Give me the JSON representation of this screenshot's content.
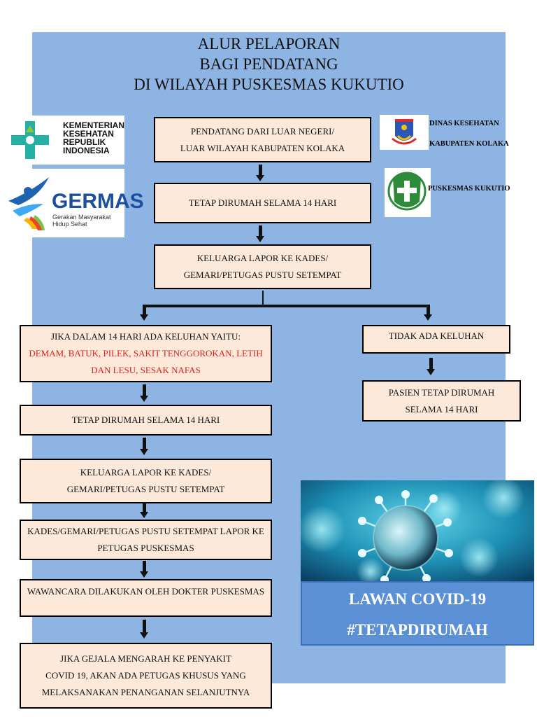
{
  "title": {
    "line1": "ALUR PELAPORAN",
    "line2": "BAGI PENDATANG",
    "line3": "DI WILAYAH PUSKESMAS KUKUTIO"
  },
  "logos": {
    "kemenkes": {
      "line1": "KEMENTERIAN",
      "line2": "KESEHATAN",
      "line3": "REPUBLIK",
      "line4": "INDONESIA"
    },
    "germas": {
      "name": "GERMAS",
      "tag1": "Gerakan Masyarakat",
      "tag2": "Hidup Sehat"
    },
    "dinkes": {
      "line1": "DINAS KESEHATAN",
      "line2": "KABUPATEN KOLAKA"
    },
    "puskesmas": {
      "label": "PUSKESMAS KUKUTIO"
    }
  },
  "flow": {
    "step1": {
      "line1": "PENDATANG DARI LUAR NEGERI/",
      "line2": "LUAR WILAYAH KABUPATEN KOLAKA"
    },
    "step2": {
      "line1": "TETAP DIRUMAH SELAMA 14 HARI"
    },
    "step3": {
      "line1": "KELUARGA LAPOR KE KADES/",
      "line2": "GEMARI/PETUGAS PUSTU SETEMPAT"
    },
    "left1": {
      "line1": "JIKA DALAM 14 HARI ADA KELUHAN YAITU:",
      "red1": "DEMAM, BATUK, PILEK, SAKIT TENGGOROKAN, LETIH",
      "red2": "DAN LESU, SESAK NAFAS"
    },
    "left2": {
      "line1": "TETAP DIRUMAH SELAMA 14 HARI"
    },
    "left3": {
      "line1": "KELUARGA LAPOR KE KADES/",
      "line2": "GEMARI/PETUGAS PUSTU SETEMPAT"
    },
    "left4": {
      "line1": "KADES/GEMARI/PETUGAS PUSTU SETEMPAT LAPOR KE",
      "line2": "PETUGAS PUSKESMAS"
    },
    "left5": {
      "line1": "WAWANCARA DILAKUKAN OLEH DOKTER PUSKESMAS"
    },
    "left6": {
      "line1": "JIKA GEJALA MENGARAH KE PENYAKIT",
      "line2": "COVID 19, AKAN ADA PETUGAS KHUSUS YANG",
      "line3": "MELAKSANAKAN PENANGANAN SELANJUTNYA"
    },
    "right1": {
      "line1": "TIDAK ADA KELUHAN"
    },
    "right2": {
      "line1": "PASIEN TETAP DIRUMAH",
      "line2": "SELAMA 14 HARI"
    }
  },
  "banner": {
    "line1": "LAWAN COVID-19",
    "line2": "#TETAPDIRUMAH"
  },
  "colors": {
    "panel": "#8eb4e3",
    "box": "#fde9d9",
    "symptom_text": "#e02020",
    "banner": "#5b8fd6"
  }
}
